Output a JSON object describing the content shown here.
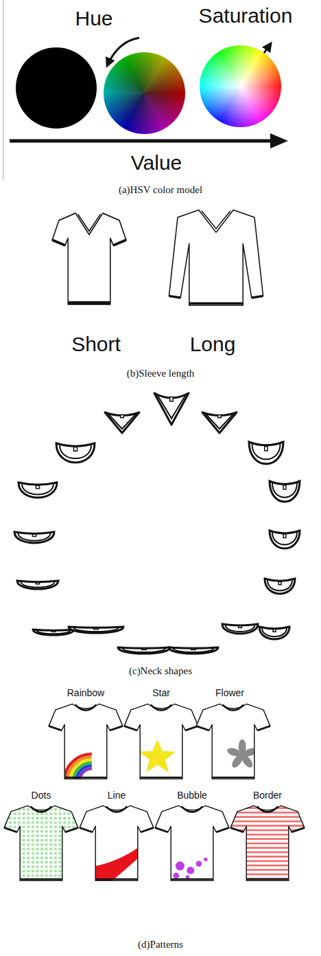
{
  "diagram": {
    "labels": [
      "Hue",
      "Saturation",
      "Value",
      "(a)HSV color model",
      "Short",
      "Long",
      "(b)Sleeve length",
      "(c)Neck shapes",
      "Rainbow",
      "Star",
      "Flower",
      "Dots",
      "Line",
      "Bubble",
      "Border",
      "(d)Patterns"
    ]
  }
}
